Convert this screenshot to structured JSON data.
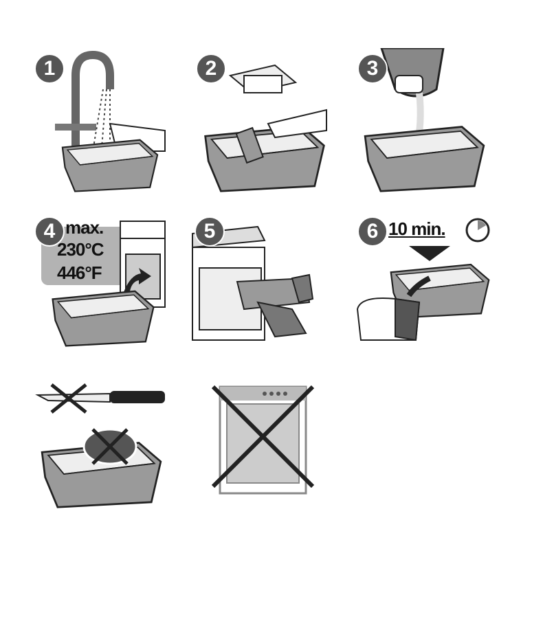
{
  "steps": [
    {
      "number": "1",
      "icon": "wash-under-tap"
    },
    {
      "number": "2",
      "icon": "grease-with-butter"
    },
    {
      "number": "3",
      "icon": "pour-batter"
    },
    {
      "number": "4",
      "icon": "oven-max-temp",
      "max_label": "max.",
      "temp_c": "230°C",
      "temp_f": "446°F"
    },
    {
      "number": "5",
      "icon": "remove-with-oven-mitts"
    },
    {
      "number": "6",
      "icon": "wait-then-unmold",
      "wait_label": "10 min."
    }
  ],
  "warnings": [
    {
      "icon": "no-knife-cutting"
    },
    {
      "icon": "no-dishwasher"
    }
  ],
  "colors": {
    "pan_gray": "#9a9a9a",
    "badge": "#555555",
    "temp_box": "#b3b3b3"
  }
}
